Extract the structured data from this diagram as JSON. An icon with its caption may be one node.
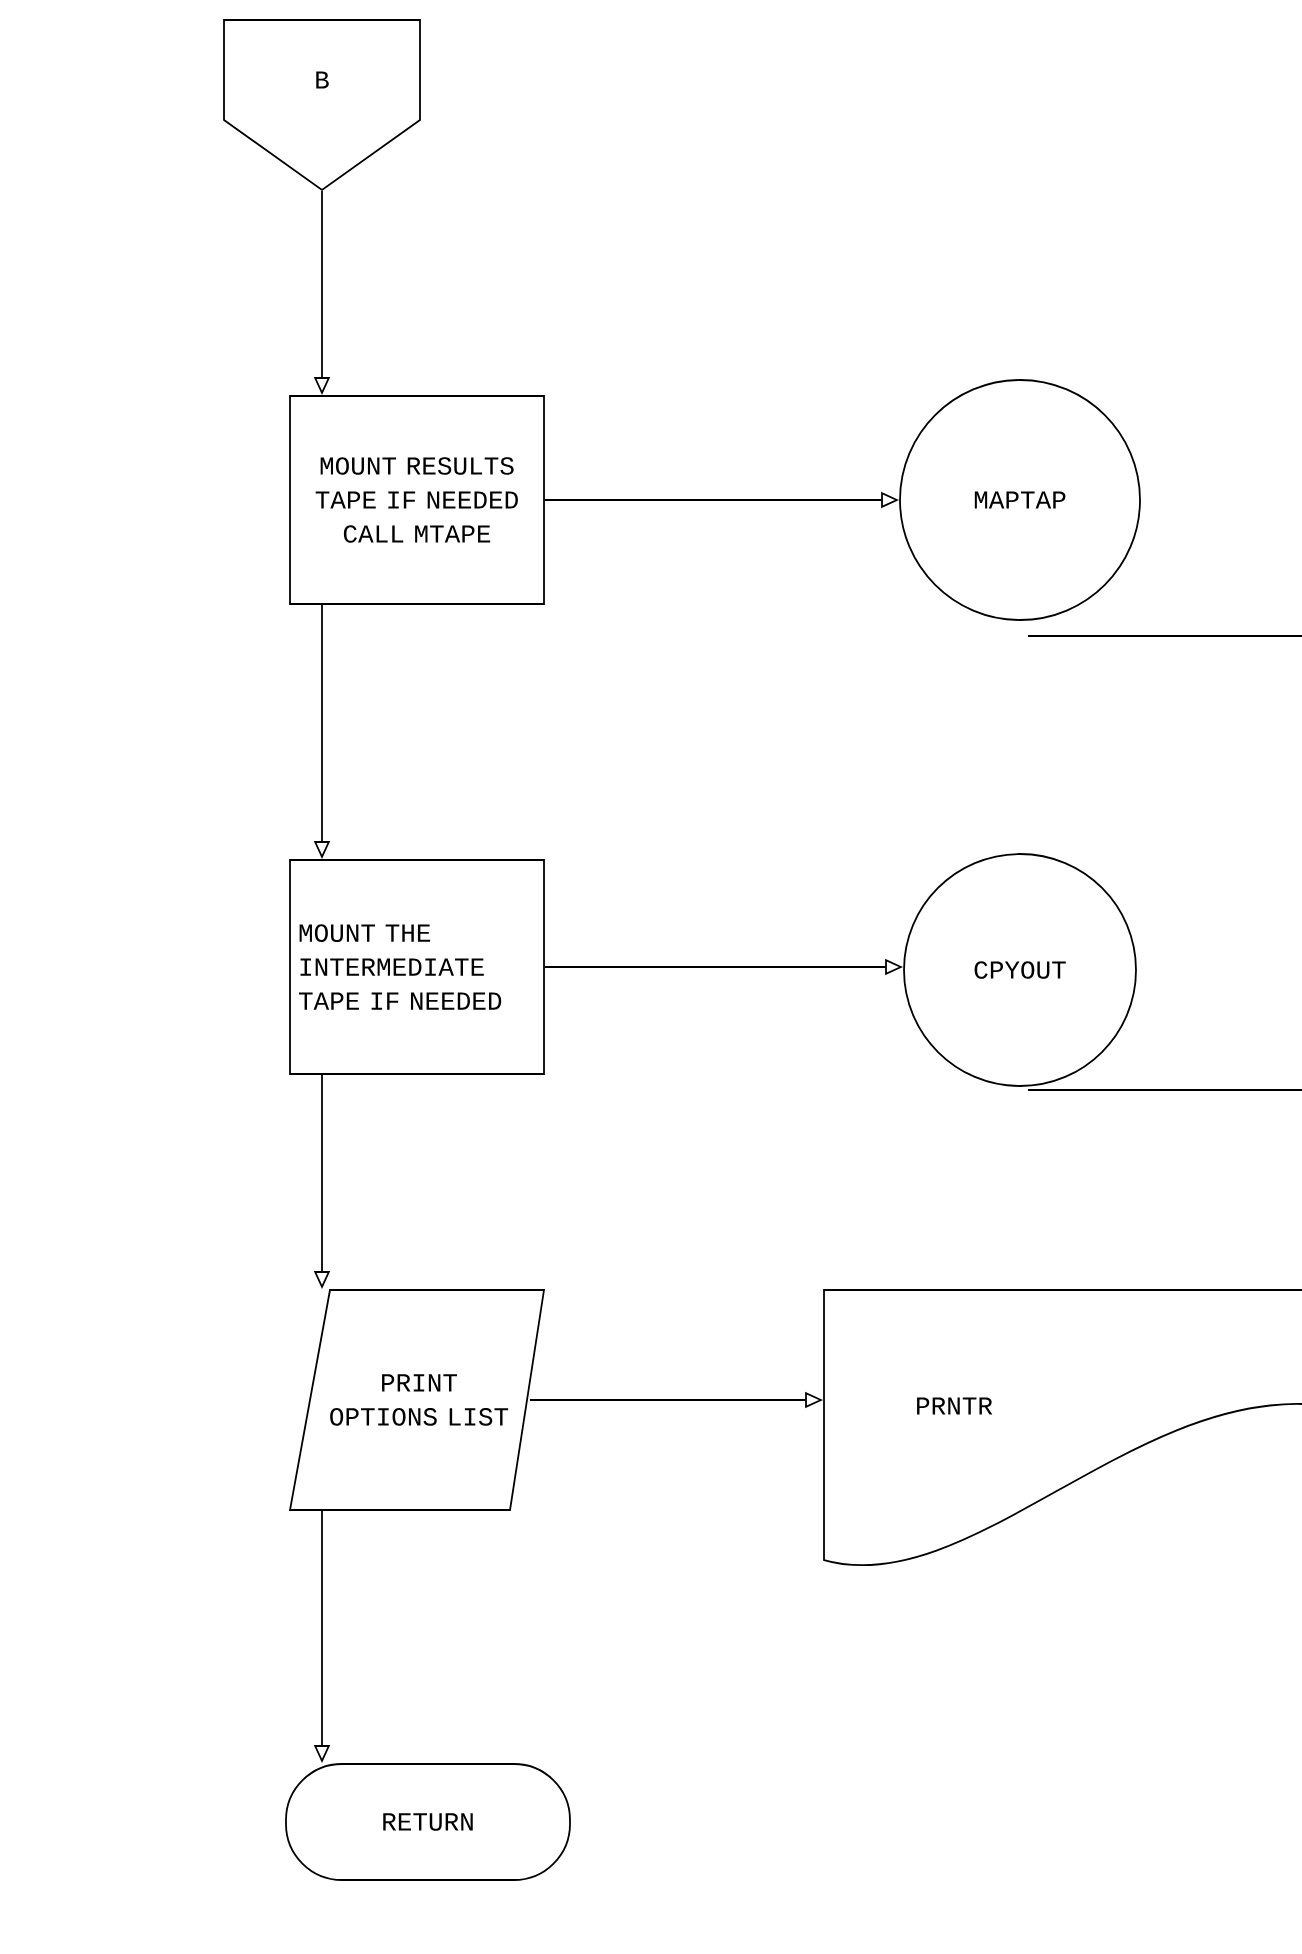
{
  "diagram": {
    "nodes": [
      {
        "text": [
          "B"
        ]
      },
      {
        "text": [
          "MOUNT RESULTS TAPE IF NEEDED CALL MTAPE"
        ]
      },
      {
        "text": [
          "MAPTAP"
        ]
      },
      {
        "text": [
          "MOUNT THE INTERMEDIATE TAPE IF NEEDED"
        ]
      },
      {
        "text": [
          "CPYOUT"
        ]
      },
      {
        "text": [
          "PRINT OPTIONS LIST"
        ]
      },
      {
        "text": [
          "PRNTR"
        ]
      },
      {
        "text": [
          "RETURN"
        ]
      }
    ],
    "edges": [
      {
        "from": 0,
        "to": 1,
        "arrow": "to"
      },
      {
        "from": 1,
        "to": 2,
        "arrow": "to"
      },
      {
        "from": 1,
        "to": 3,
        "arrow": "to"
      },
      {
        "from": 3,
        "to": 4,
        "arrow": "to"
      },
      {
        "from": 3,
        "to": 5,
        "arrow": "to"
      },
      {
        "from": 5,
        "to": 6,
        "arrow": "to"
      },
      {
        "from": 5,
        "to": 7,
        "arrow": "to"
      }
    ]
  }
}
